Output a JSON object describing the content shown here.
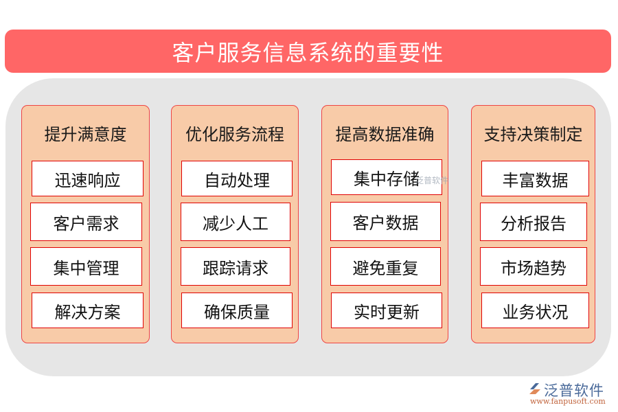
{
  "title": "客户服务信息系统的重要性",
  "colors": {
    "title_bar": "#FF6666",
    "panel": "#E6E6E6",
    "column_fill": "#F8CBA8",
    "column_border": "#EE4444",
    "item_border": "#E00000"
  },
  "columns": [
    {
      "title": "提升满意度",
      "items": [
        "迅速响应",
        "客户需求",
        "集中管理",
        "解决方案"
      ]
    },
    {
      "title": "优化服务流程",
      "items": [
        "自动处理",
        "减少人工",
        "跟踪请求",
        "确保质量"
      ]
    },
    {
      "title": "提高数据准确",
      "items": [
        "集中存储",
        "客户数据",
        "避免重复",
        "实时更新"
      ]
    },
    {
      "title": "支持决策制定",
      "items": [
        "丰富数据",
        "分析报告",
        "市场趋势",
        "业务状况"
      ]
    }
  ],
  "watermark": {
    "text": "泛普软件"
  },
  "logo": {
    "name": "泛普软件",
    "url": "www.fanpusoft.com",
    "icon": "fanpu-logo-icon"
  }
}
